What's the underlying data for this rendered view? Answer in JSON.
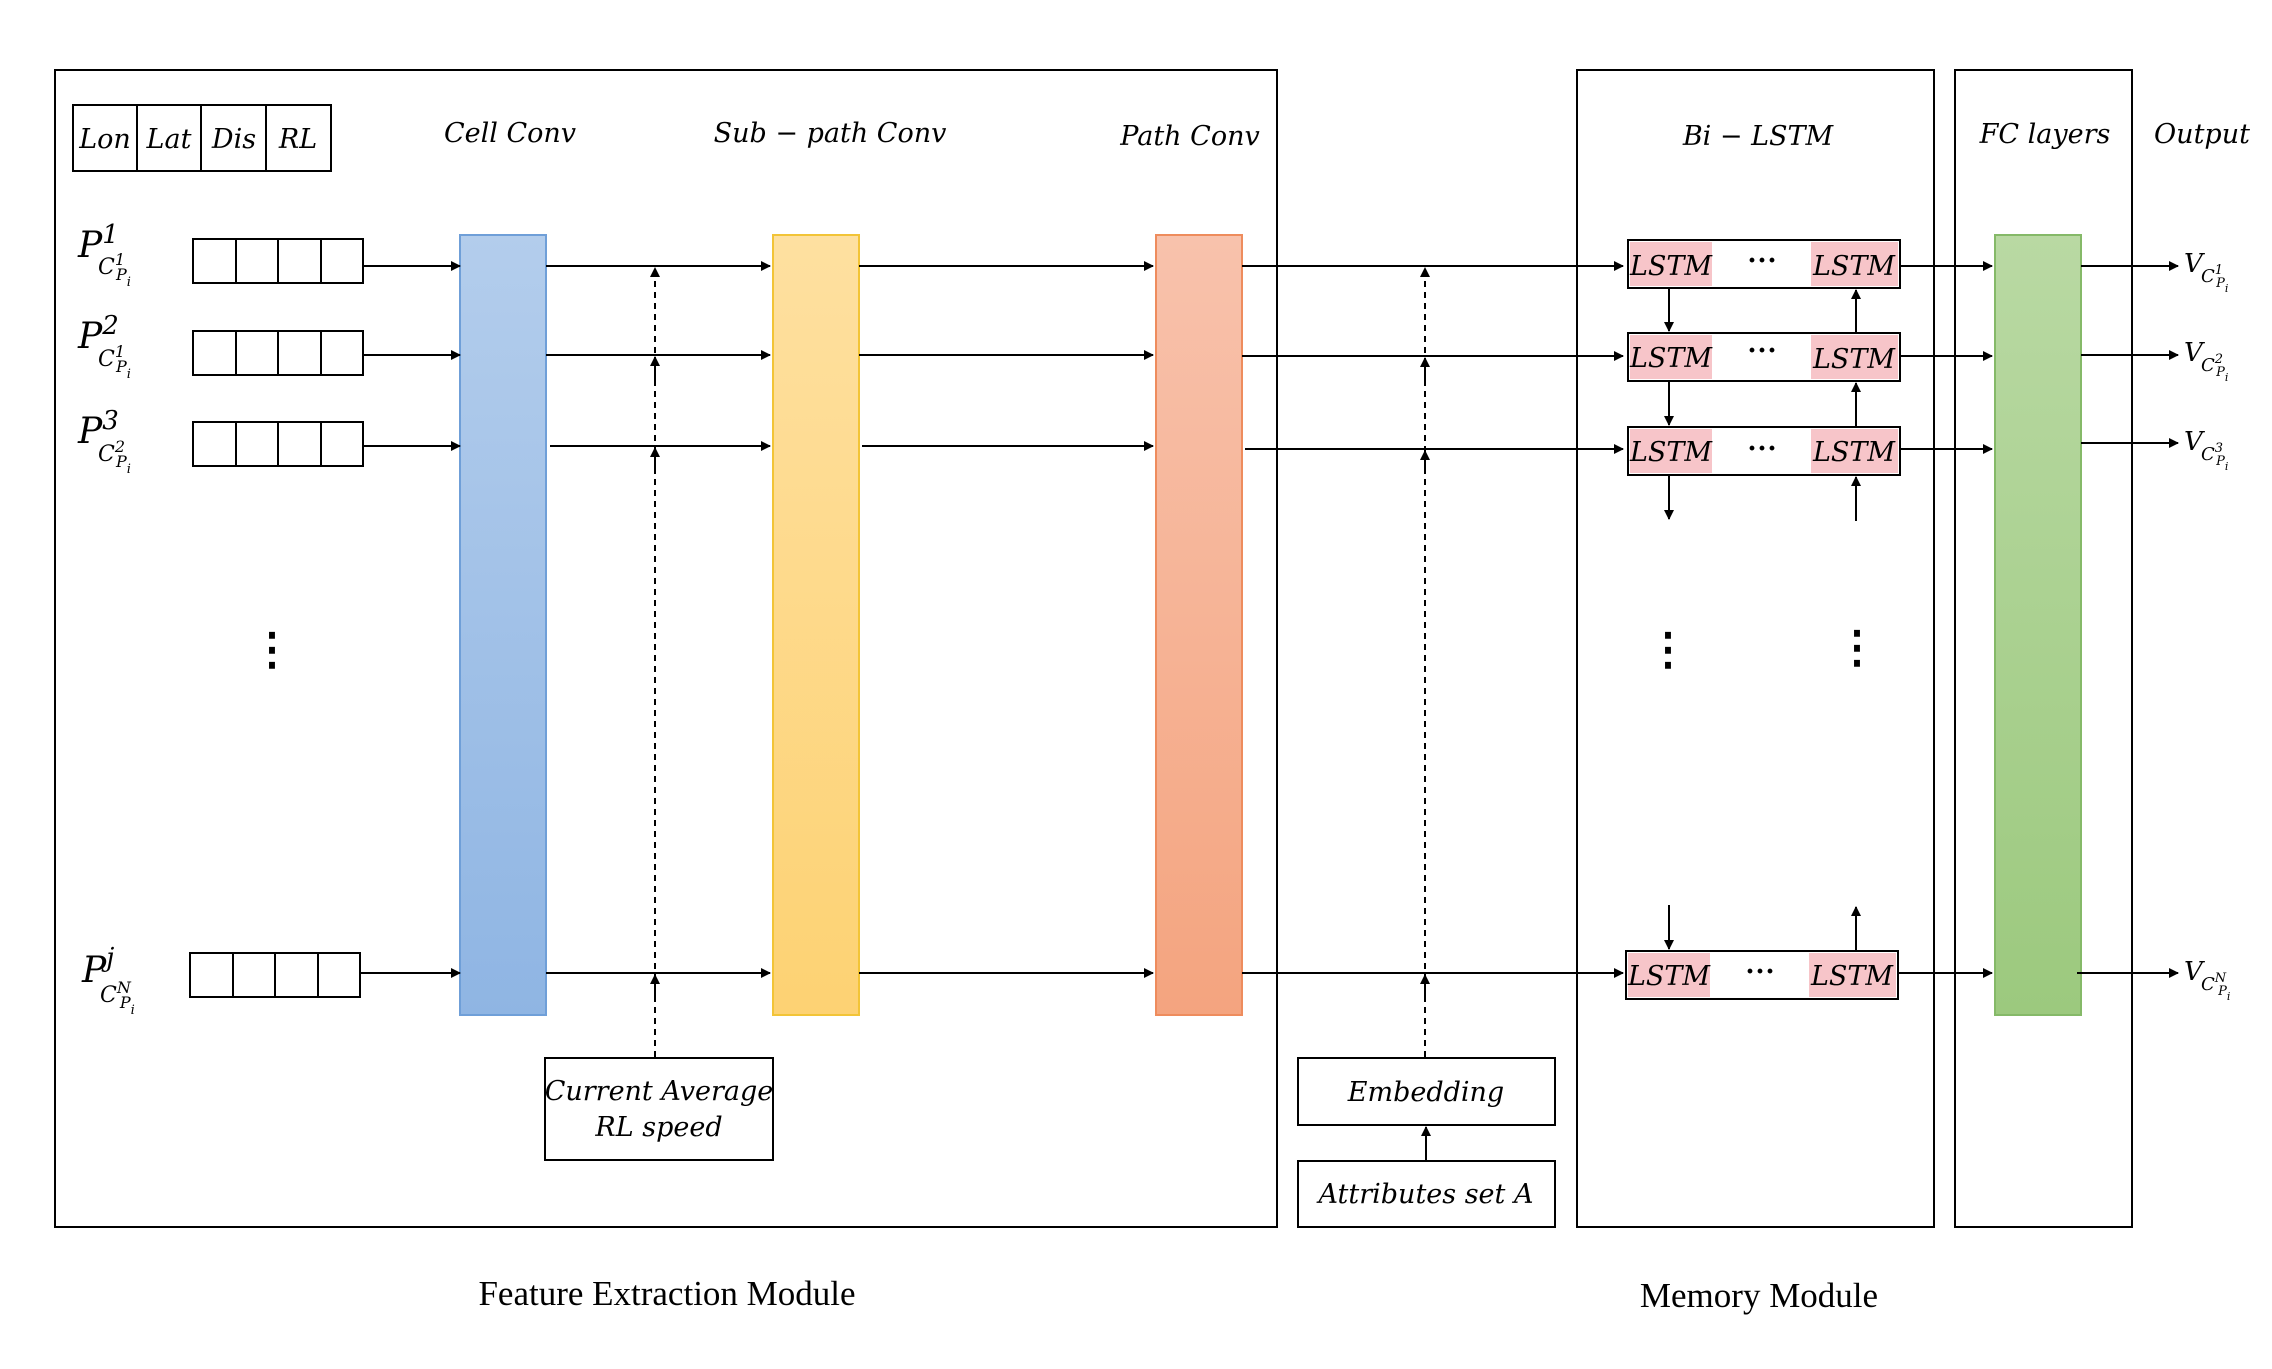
{
  "fields": [
    "Lon",
    "Lat",
    "Dis",
    "RL"
  ],
  "stage_labels": {
    "cell": "Cell Conv",
    "subpath": "Sub − path Conv",
    "path": "Path Conv",
    "bilstm": "Bi − LSTM",
    "fc": "FC layers",
    "output": "Output"
  },
  "inputs": [
    {
      "base": "P",
      "sup": "1",
      "sub": "C",
      "sub_sup": "1",
      "sub_sub": "P",
      "sub_sub_sub": "i"
    },
    {
      "base": "P",
      "sup": "2",
      "sub": "C",
      "sub_sup": "1",
      "sub_sub": "P",
      "sub_sub_sub": "i"
    },
    {
      "base": "P",
      "sup": "3",
      "sub": "C",
      "sub_sup": "2",
      "sub_sub": "P",
      "sub_sub_sub": "i"
    },
    {
      "base": "P",
      "sup": "j",
      "sub": "C",
      "sub_sup": "N",
      "sub_sub": "P",
      "sub_sub_sub": "i"
    }
  ],
  "outputs": [
    {
      "base": "V",
      "sub": "C",
      "sub_sup": "1",
      "sub_sub": "P",
      "sub_sub_sub": "i"
    },
    {
      "base": "V",
      "sub": "C",
      "sub_sup": "2",
      "sub_sub": "P",
      "sub_sub_sub": "i"
    },
    {
      "base": "V",
      "sub": "C",
      "sub_sup": "3",
      "sub_sub": "P",
      "sub_sub_sub": "i"
    },
    {
      "base": "V",
      "sub": "C",
      "sub_sup": "N",
      "sub_sub": "P",
      "sub_sub_sub": "i"
    }
  ],
  "lstm_label": "LSTM",
  "ellipsis_h": "···",
  "ellipsis_v": "⋮",
  "speed_box": {
    "line1": "Current Average",
    "line2": "RL speed"
  },
  "embedding_label": "Embedding",
  "attributes_label": "Attributes set A",
  "module_labels": {
    "feature": "Feature Extraction Module",
    "memory": "Memory Module"
  },
  "colors": {
    "cell_top": "#b3cdec",
    "cell_bottom": "#8fb5e3",
    "cell_border": "#6f9fd8",
    "subpath_top": "#fee0a0",
    "subpath_bottom": "#fdd273",
    "subpath_border": "#f2c437",
    "path_top": "#f8c2ac",
    "path_bottom": "#f4a47f",
    "path_border": "#ee8c5d",
    "fc_top": "#b9d9a3",
    "fc_bottom": "#9cc97e",
    "fc_border": "#85b968",
    "lstm_fill": "#f7c5c9"
  }
}
